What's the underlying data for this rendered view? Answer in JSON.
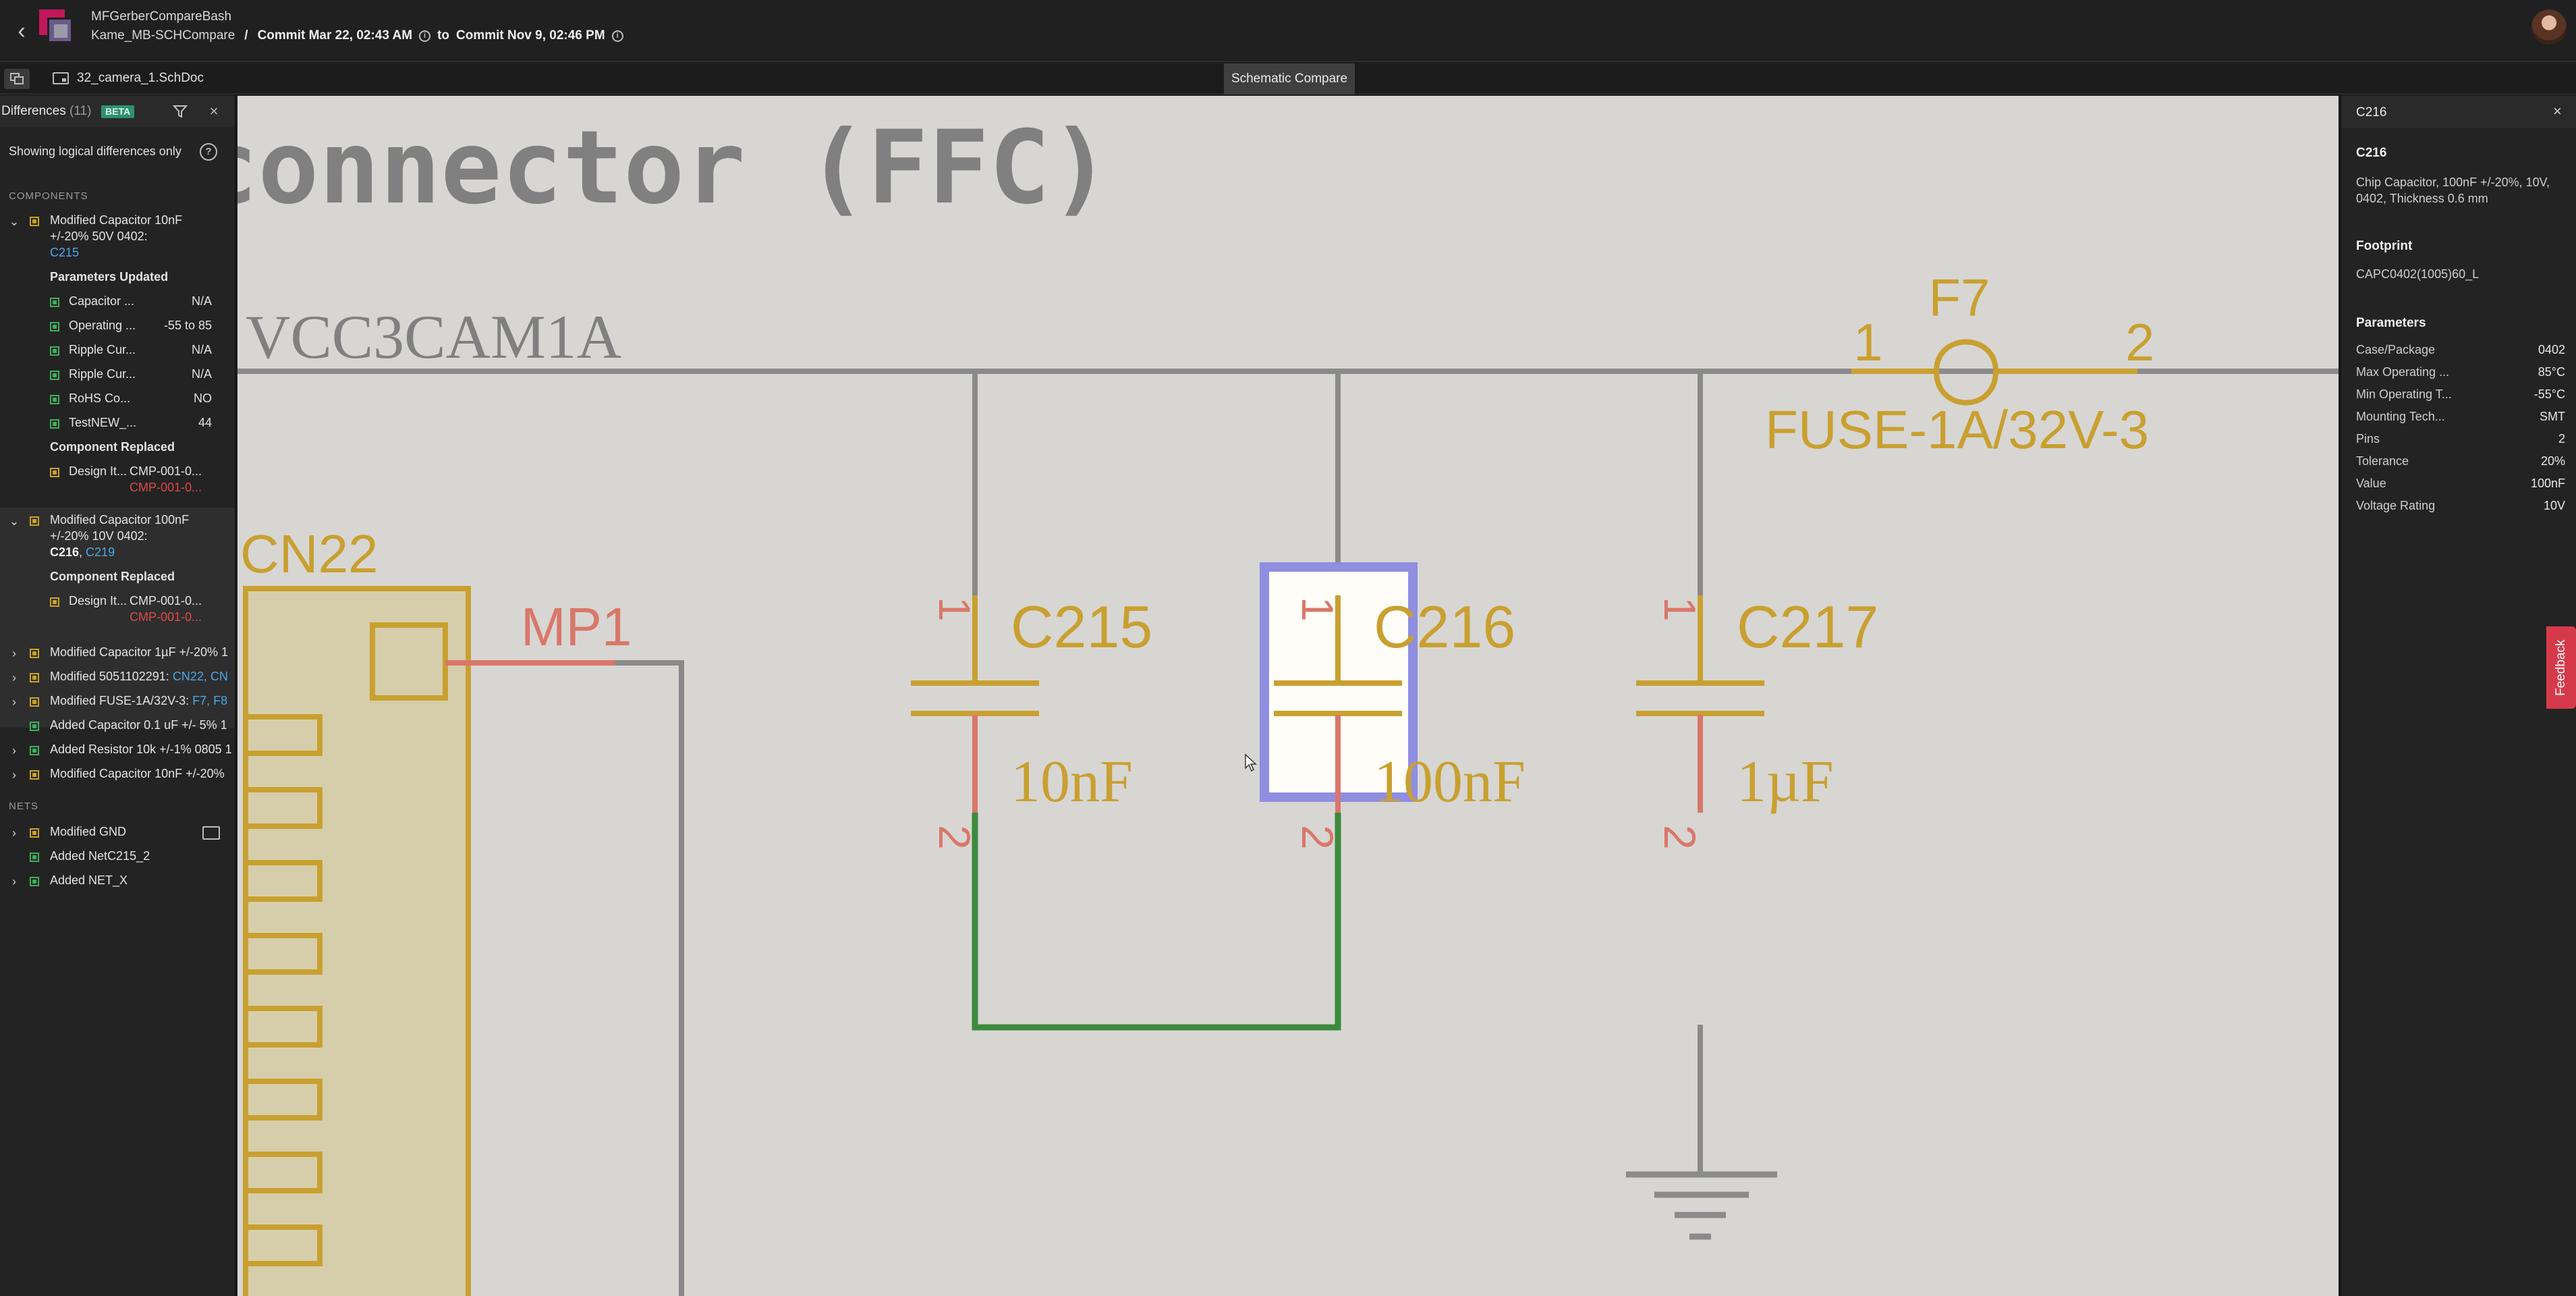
{
  "header": {
    "back_label": "‹",
    "app_title": "MFGerberCompareBash",
    "project": "Kame_MB-SCHCompare",
    "separator": "/",
    "commit_from": "Commit Mar 22, 02:43 AM",
    "to_label": "to",
    "commit_to": "Commit Nov 9, 02:46 PM",
    "info_glyph": "i"
  },
  "tabs": {
    "file_tab": "32_camera_1.SchDoc",
    "active_tab": "Schematic Compare"
  },
  "left_panel": {
    "title": "Differences",
    "count": "(11)",
    "beta": "BETA",
    "close": "×",
    "showing": "Showing logical differences only",
    "help": "?",
    "components_label": "COMPONENTS",
    "nets_label": "NETS",
    "item1": {
      "line1": "Modified Capacitor 10nF",
      "line2": "+/-20% 50V 0402:",
      "ref": "C215",
      "params_header": "Parameters Updated",
      "params": [
        {
          "name": "Capacitor ...",
          "value": "N/A"
        },
        {
          "name": "Operating ...",
          "value": "-55 to 85"
        },
        {
          "name": "Ripple Cur...",
          "value": "N/A"
        },
        {
          "name": "Ripple Cur...",
          "value": "N/A"
        },
        {
          "name": "RoHS Co...",
          "value": "NO"
        },
        {
          "name": "TestNEW_...",
          "value": "44"
        }
      ],
      "replaced_header": "Component Replaced",
      "replaced_name": "Design It...",
      "replaced_new": "CMP-001-0...",
      "replaced_old": "CMP-001-0..."
    },
    "item2": {
      "line1": "Modified Capacitor 100nF",
      "line2": "+/-20% 10V 0402:",
      "ref_bold": "C216",
      "ref_sep": ", ",
      "ref": "C219",
      "replaced_header": "Component Replaced",
      "replaced_name": "Design It...",
      "replaced_new": "CMP-001-0...",
      "replaced_old": "CMP-001-0..."
    },
    "collapsed": [
      {
        "text": "Modified Capacitor 1µF +/-20% 1",
        "refs": ""
      },
      {
        "text": "Modified 5051102291: ",
        "refs": "CN22, CN"
      },
      {
        "text": "Modified FUSE-1A/32V-3: ",
        "refs": "F7, F8"
      },
      {
        "text": "Added Capacitor 0.1 uF +/- 5% 1",
        "refs": ""
      },
      {
        "text": "Added Resistor 10k +/-1% 0805 1",
        "refs": ""
      },
      {
        "text": "Modified Capacitor 10nF +/-20%",
        "refs": ""
      }
    ],
    "nets": [
      {
        "text": "Modified GND"
      },
      {
        "text": "Added NetC215_2"
      },
      {
        "text": "Added NET_X"
      }
    ]
  },
  "schematic": {
    "title": "connector (FFC)",
    "net_label": "VCC3CAM1A",
    "fuse": {
      "ref": "F7",
      "pin1": "1",
      "pin2": "2",
      "value": "FUSE-1A/32V-3"
    },
    "connector": {
      "ref": "CN22",
      "mp": "MP1"
    },
    "caps": [
      {
        "ref": "C215",
        "value": "10nF",
        "pin1": "1",
        "pin2": "2"
      },
      {
        "ref": "C216",
        "value": "100nF",
        "pin1": "1",
        "pin2": "2"
      },
      {
        "ref": "C217",
        "value": "1µF",
        "pin1": "1",
        "pin2": "2"
      }
    ],
    "colors": {
      "background": "#d7d6d3",
      "wire": "#8a8a8a",
      "component": "#c9a030",
      "pin_red": "#d9776a",
      "net_green": "#3c8a3c",
      "highlight": "#8f8ee0"
    }
  },
  "right_panel": {
    "title": "C216",
    "close": "×",
    "name": "C216",
    "description": "Chip Capacitor, 100nF +/-20%, 10V, 0402, Thickness 0.6 mm",
    "footprint_header": "Footprint",
    "footprint": "CAPC0402(1005)60_L",
    "parameters_header": "Parameters",
    "parameters": [
      {
        "name": "Case/Package",
        "value": "0402"
      },
      {
        "name": "Max Operating ...",
        "value": "85°C"
      },
      {
        "name": "Min Operating T...",
        "value": "-55°C"
      },
      {
        "name": "Mounting Tech...",
        "value": "SMT"
      },
      {
        "name": "Pins",
        "value": "2"
      },
      {
        "name": "Tolerance",
        "value": "20%"
      },
      {
        "name": "Value",
        "value": "100nF"
      },
      {
        "name": "Voltage Rating",
        "value": "10V"
      }
    ]
  },
  "feedback": "Feedback"
}
